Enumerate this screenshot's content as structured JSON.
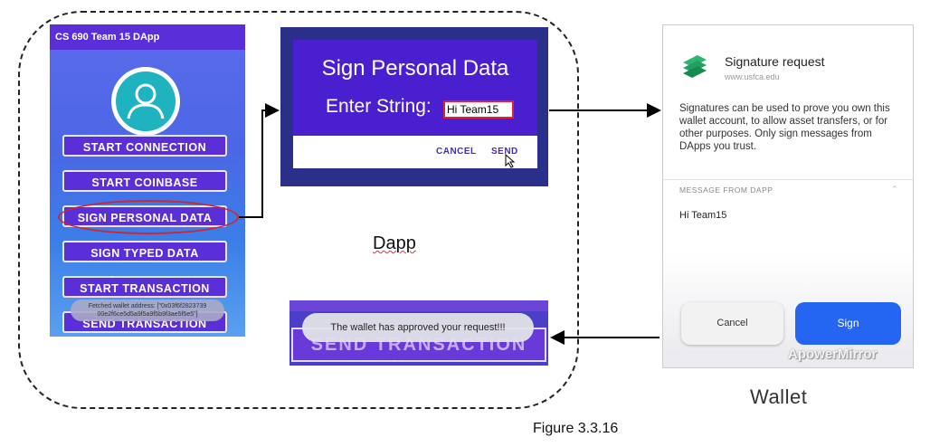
{
  "dapp_label": "Dapp",
  "wallet_label": "Wallet",
  "caption": "Figure 3.3.16",
  "phone": {
    "title": "CS 690 Team 15 DApp",
    "buttons": [
      "START CONNECTION",
      "START COINBASE",
      "SIGN PERSONAL DATA",
      "SIGN TYPED DATA",
      "START TRANSACTION",
      "SEND TRANSACTION"
    ],
    "toast": "Fetched wallet address: [\"0x03f6f2823739 00e2f6ce5d5a9f5a9f5b9f3ae5f5e5\"]",
    "icon": "user-avatar-icon"
  },
  "dialog": {
    "title": "Sign Personal Data",
    "prompt": "Enter String:",
    "value": "Hi Team15",
    "cancel": "CANCEL",
    "send": "SEND"
  },
  "approved": {
    "toast": "The wallet has approved your request!!!",
    "button": "SEND TRANSACTION"
  },
  "wallet": {
    "title": "Signature request",
    "url": "www.usfca.edu",
    "description": "Signatures can be used to prove you own this wallet account, to allow asset transfers, or for other purposes. Only sign messages from DApps you trust.",
    "message_header": "MESSAGE FROM DAPP",
    "message": "Hi Team15",
    "cancel": "Cancel",
    "sign": "Sign",
    "watermark": "ApowerMirror"
  },
  "colors": {
    "accent": "#5b2fd8",
    "highlight": "#d3252a",
    "sign_button": "#2466f2"
  }
}
